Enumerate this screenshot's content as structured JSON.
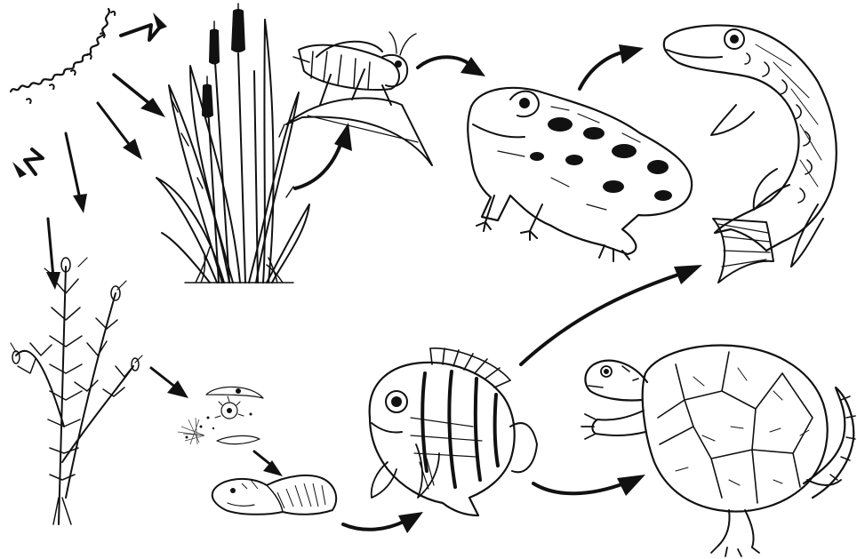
{
  "diagram": {
    "kind": "food-web",
    "ink_color": "#111111",
    "background": "#ffffff",
    "organisms": [
      {
        "id": "sunlight",
        "icon": "sunlight-zigzag-icon"
      },
      {
        "id": "cattails",
        "icon": "cattail-plant-icon"
      },
      {
        "id": "grasshopper",
        "icon": "grasshopper-icon"
      },
      {
        "id": "frog",
        "icon": "frog-icon"
      },
      {
        "id": "pike",
        "icon": "pike-fish-icon"
      },
      {
        "id": "waterweed",
        "icon": "aquatic-plant-icon"
      },
      {
        "id": "plankton",
        "icon": "microorganisms-icon"
      },
      {
        "id": "tadpole",
        "icon": "tadpole-icon"
      },
      {
        "id": "sunfish",
        "icon": "sunfish-icon"
      },
      {
        "id": "turtle",
        "icon": "snapping-turtle-icon"
      }
    ],
    "links": [
      {
        "from": "sunlight",
        "to": "cattails"
      },
      {
        "from": "sunlight",
        "to": "waterweed"
      },
      {
        "from": "cattails",
        "to": "grasshopper"
      },
      {
        "from": "grasshopper",
        "to": "frog"
      },
      {
        "from": "frog",
        "to": "pike"
      },
      {
        "from": "waterweed",
        "to": "plankton"
      },
      {
        "from": "plankton",
        "to": "tadpole"
      },
      {
        "from": "tadpole",
        "to": "sunfish"
      },
      {
        "from": "sunfish",
        "to": "pike"
      },
      {
        "from": "sunfish",
        "to": "turtle"
      }
    ]
  }
}
